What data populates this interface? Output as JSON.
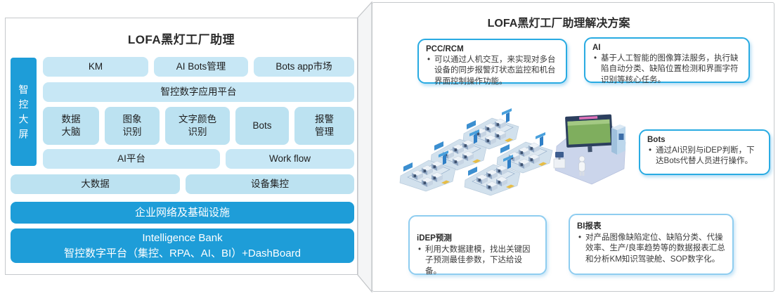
{
  "ui": {
    "bullet": "•"
  },
  "colors": {
    "accent_dark_blue": "#1E9DD8",
    "light_block_blue": "#C7E7F5",
    "card_border_blue": "#29ABE2",
    "panel_border_gray": "#C6C9CC"
  },
  "left_panel": {
    "title": "LOFA黑灯工厂助理",
    "sidebar_label": "智控大屏",
    "row1": [
      "KM",
      "AI Bots管理",
      "Bots app市场"
    ],
    "row2": "智控数字应用平台",
    "row3": [
      "数据\n大脑",
      "图象\n识别",
      "文字颜色\n识别",
      "Bots",
      "报警\n管理"
    ],
    "row4": [
      "AI平台",
      "Work flow"
    ],
    "row5": [
      "大数据",
      "设备集控"
    ],
    "row6": "企业网络及基础设施",
    "row7": "Intelligence Bank\n智控数字平台（集控、RPA、AI、BI）+DashBoard"
  },
  "right_panel": {
    "title": "LOFA黑灯工厂助理解决方案",
    "cards": [
      {
        "title": "PCC/RCM",
        "body": "可以通过人机交互，来实现对多台设备的同步报警灯状态监控和机台界面控制操作功能。"
      },
      {
        "title": "AI",
        "body": "基于人工智能的图像算法服务，执行缺陷自动分类、缺陷位置检测和界面字符识别等核心任务。"
      },
      {
        "title": "Bots",
        "body": "通过AI识别与iDEP判断，下达Bots代替人员进行操作。"
      },
      {
        "title": "iDEP预测",
        "body": "利用大数据建模，找出关键因子预测最佳参数，下达给设备。"
      },
      {
        "title": "BI报表",
        "body": "对产品图像缺陷定位、缺陷分类、代操效率、生产/良率趋势等的数据报表汇总和分析KM知识驾驶舱、SOP数字化。"
      }
    ]
  }
}
